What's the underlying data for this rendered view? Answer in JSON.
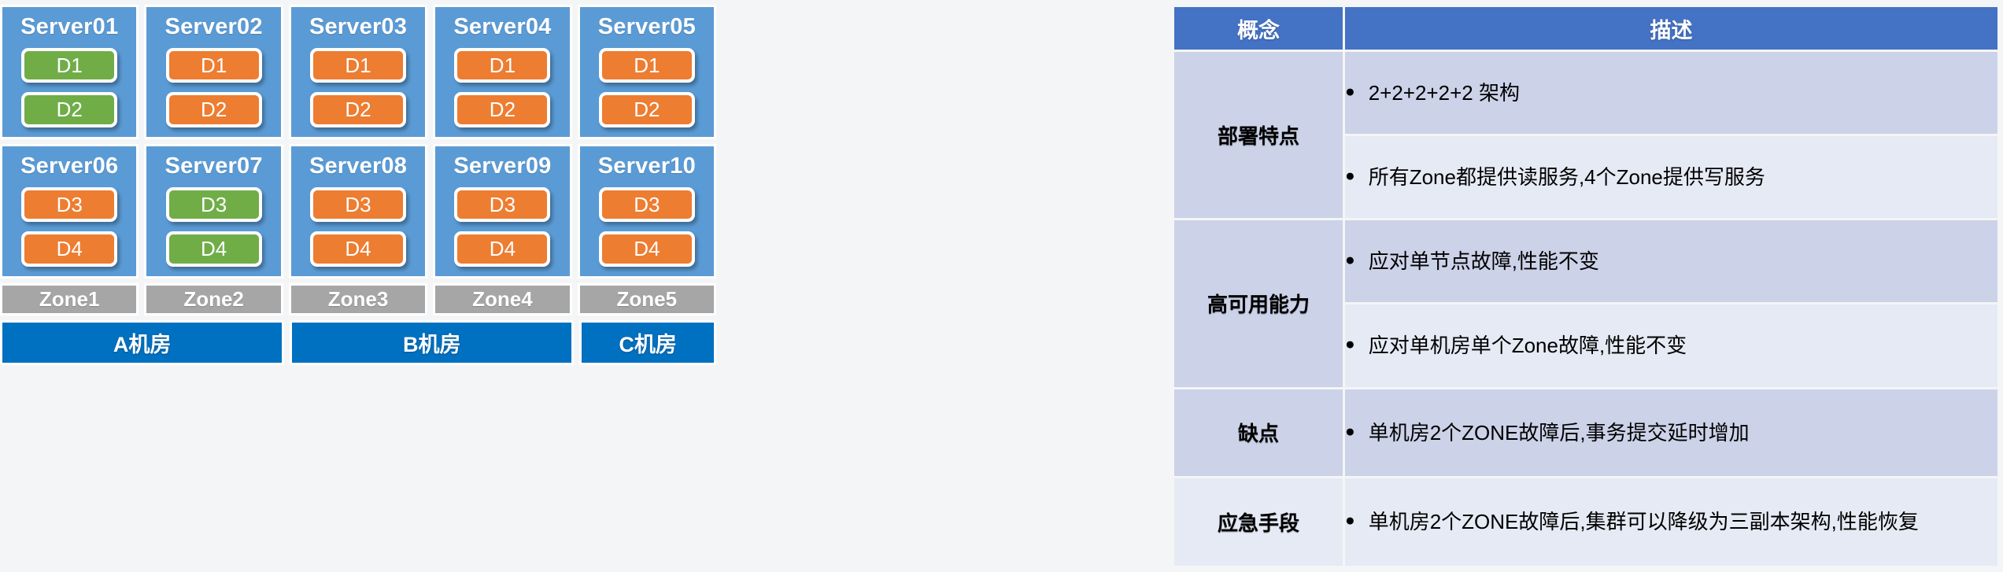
{
  "topology": {
    "rows": [
      {
        "servers": [
          {
            "name": "Server01",
            "disks": [
              {
                "label": "D1",
                "color": "green"
              },
              {
                "label": "D2",
                "color": "green"
              }
            ]
          },
          {
            "name": "Server02",
            "disks": [
              {
                "label": "D1",
                "color": "orange"
              },
              {
                "label": "D2",
                "color": "orange"
              }
            ]
          },
          {
            "name": "Server03",
            "disks": [
              {
                "label": "D1",
                "color": "orange"
              },
              {
                "label": "D2",
                "color": "orange"
              }
            ]
          },
          {
            "name": "Server04",
            "disks": [
              {
                "label": "D1",
                "color": "orange"
              },
              {
                "label": "D2",
                "color": "orange"
              }
            ]
          },
          {
            "name": "Server05",
            "disks": [
              {
                "label": "D1",
                "color": "orange"
              },
              {
                "label": "D2",
                "color": "orange"
              }
            ]
          }
        ]
      },
      {
        "servers": [
          {
            "name": "Server06",
            "disks": [
              {
                "label": "D3",
                "color": "orange"
              },
              {
                "label": "D4",
                "color": "orange"
              }
            ]
          },
          {
            "name": "Server07",
            "disks": [
              {
                "label": "D3",
                "color": "green"
              },
              {
                "label": "D4",
                "color": "green"
              }
            ]
          },
          {
            "name": "Server08",
            "disks": [
              {
                "label": "D3",
                "color": "orange"
              },
              {
                "label": "D4",
                "color": "orange"
              }
            ]
          },
          {
            "name": "Server09",
            "disks": [
              {
                "label": "D3",
                "color": "orange"
              },
              {
                "label": "D4",
                "color": "orange"
              }
            ]
          },
          {
            "name": "Server10",
            "disks": [
              {
                "label": "D3",
                "color": "orange"
              },
              {
                "label": "D4",
                "color": "orange"
              }
            ]
          }
        ]
      }
    ],
    "zones": [
      "Zone1",
      "Zone2",
      "Zone3",
      "Zone4",
      "Zone5"
    ],
    "rooms": [
      {
        "label": "A机房",
        "span": 2
      },
      {
        "label": "B机房",
        "span": 2
      },
      {
        "label": "C机房",
        "span": 1
      }
    ],
    "colors": {
      "server_bg": "#5b9bd5",
      "disk_orange": "#ed7d31",
      "disk_green": "#70ad47",
      "zone_bg": "#a6a6a6",
      "room_bg": "#0070c0"
    }
  },
  "table": {
    "headers": [
      "概念",
      "描述"
    ],
    "rows": [
      {
        "concept": "部署特点",
        "items": [
          {
            "bullet": "●",
            "text": "2+2+2+2+2 架构"
          },
          {
            "bullet": "●",
            "text": "所有Zone都提供读服务,4个Zone提供写服务"
          }
        ]
      },
      {
        "concept": "高可用能力",
        "items": [
          {
            "bullet": "●",
            "text": "应对单节点故障,性能不变"
          },
          {
            "bullet": "●",
            "text": "应对单机房单个Zone故障,性能不变"
          }
        ]
      },
      {
        "concept": "缺点",
        "items": [
          {
            "bullet": "●",
            "text": "单机房2个ZONE故障后,事务提交延时增加"
          }
        ]
      },
      {
        "concept": "应急手段",
        "items": [
          {
            "bullet": "●",
            "text": "单机房2个ZONE故障后,集群可以降级为三副本架构,性能恢复"
          }
        ]
      }
    ],
    "colors": {
      "header_bg": "#4472c4",
      "shade_a": "#ccd2e8",
      "shade_b": "#e6eaf4"
    }
  }
}
